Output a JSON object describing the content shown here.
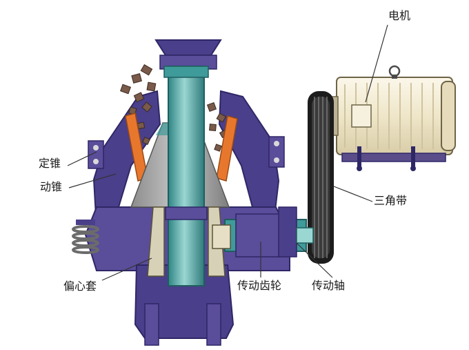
{
  "labels": {
    "motor": "电机",
    "fixed_cone": "定锥",
    "moving_cone": "动锥",
    "v_belt": "三角带",
    "eccentric_sleeve": "偏心套",
    "drive_gear": "传动齿轮",
    "drive_shaft": "传动轴"
  },
  "colors": {
    "frame": "#4a3f8a",
    "frame_dark": "#2e2766",
    "shaft": "#3f9a9a",
    "shaft_light": "#7cc6c2",
    "liner": "#e8772e",
    "motor_body": "#f4eed9",
    "belt": "#1c1c1c",
    "ore": "#7a5a4a",
    "leader": "#333333"
  }
}
